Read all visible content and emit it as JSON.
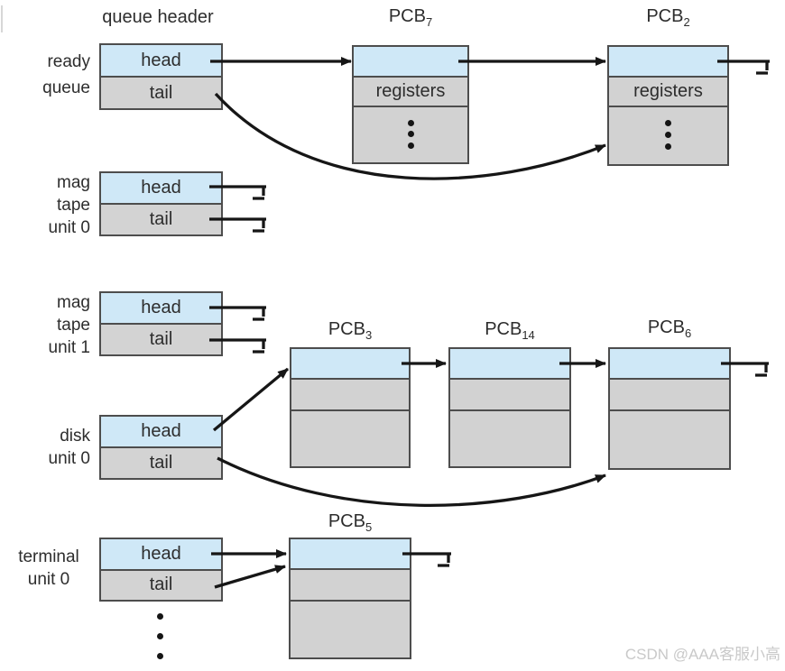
{
  "diagram_title": "queue header",
  "queue_labels": {
    "ready": [
      "ready",
      "queue"
    ],
    "mag0": [
      "mag",
      "tape",
      "unit 0"
    ],
    "mag1": [
      "mag",
      "tape",
      "unit 1"
    ],
    "disk": [
      "disk",
      "unit 0"
    ],
    "terminal": [
      "terminal",
      "unit 0"
    ]
  },
  "header_box": {
    "head": "head",
    "tail": "tail"
  },
  "pcbs": {
    "pcb7": {
      "name": "PCB",
      "sub": "7",
      "registers": "registers"
    },
    "pcb2": {
      "name": "PCB",
      "sub": "2",
      "registers": "registers"
    },
    "pcb3": {
      "name": "PCB",
      "sub": "3"
    },
    "pcb14": {
      "name": "PCB",
      "sub": "14"
    },
    "pcb6": {
      "name": "PCB",
      "sub": "6"
    },
    "pcb5": {
      "name": "PCB",
      "sub": "5"
    }
  },
  "watermark": "CSDN @AAA客服小高",
  "colors": {
    "link_field": "#cfe8f7",
    "gray_field": "#d3d3d3",
    "border": "#4d4d4d",
    "line": "#161616",
    "text": "#2d2d2d",
    "watermark": "#c9c9c9"
  }
}
